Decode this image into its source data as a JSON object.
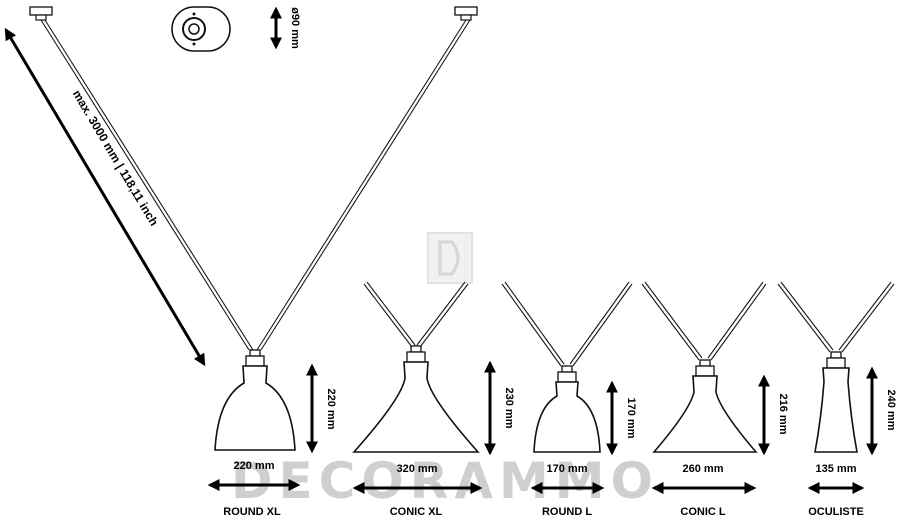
{
  "dimensions": {
    "canopy_diameter": "ø90 mm",
    "cable_length": "max. 3000 mm | 118,11 inch"
  },
  "lamps": [
    {
      "name": "ROUND XL",
      "width": "220 mm",
      "height": "220 mm"
    },
    {
      "name": "CONIC XL",
      "width": "320 mm",
      "height": "230 mm"
    },
    {
      "name": "ROUND L",
      "width": "170 mm",
      "height": "170 mm"
    },
    {
      "name": "CONIC L",
      "width": "260 mm",
      "height": "216 mm"
    },
    {
      "name": "OCULISTE",
      "width": "135 mm",
      "height": "240 mm"
    }
  ],
  "watermark": "DECORAMMO"
}
